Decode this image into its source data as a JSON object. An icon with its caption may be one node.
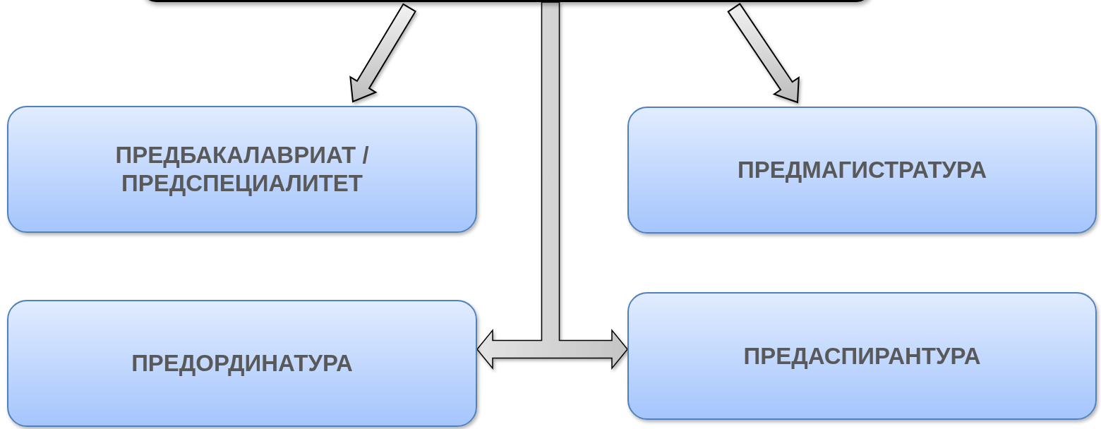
{
  "diagram": {
    "nodes": [
      {
        "text": [],
        "shape": "box"
      },
      {
        "text": [
          "ПРЕДБАКАЛАВРИАТ / ПРЕДСПЕЦИАЛИТЕТ"
        ]
      },
      {
        "text": [
          "ПРЕДМАГИСТРАТУРА"
        ]
      },
      {
        "text": [
          "ПРЕДОРДИНАТУРА"
        ]
      },
      {
        "text": [
          "ПРЕДАСПИРАНТУРА"
        ]
      }
    ],
    "edges": [
      {
        "from": 0,
        "to": 1,
        "arrow": "to"
      },
      {
        "from": 0,
        "to": 2,
        "arrow": "to"
      },
      {
        "from": 0,
        "to": 3,
        "arrow": "to"
      },
      {
        "from": 0,
        "to": 4,
        "arrow": "to"
      }
    ]
  }
}
